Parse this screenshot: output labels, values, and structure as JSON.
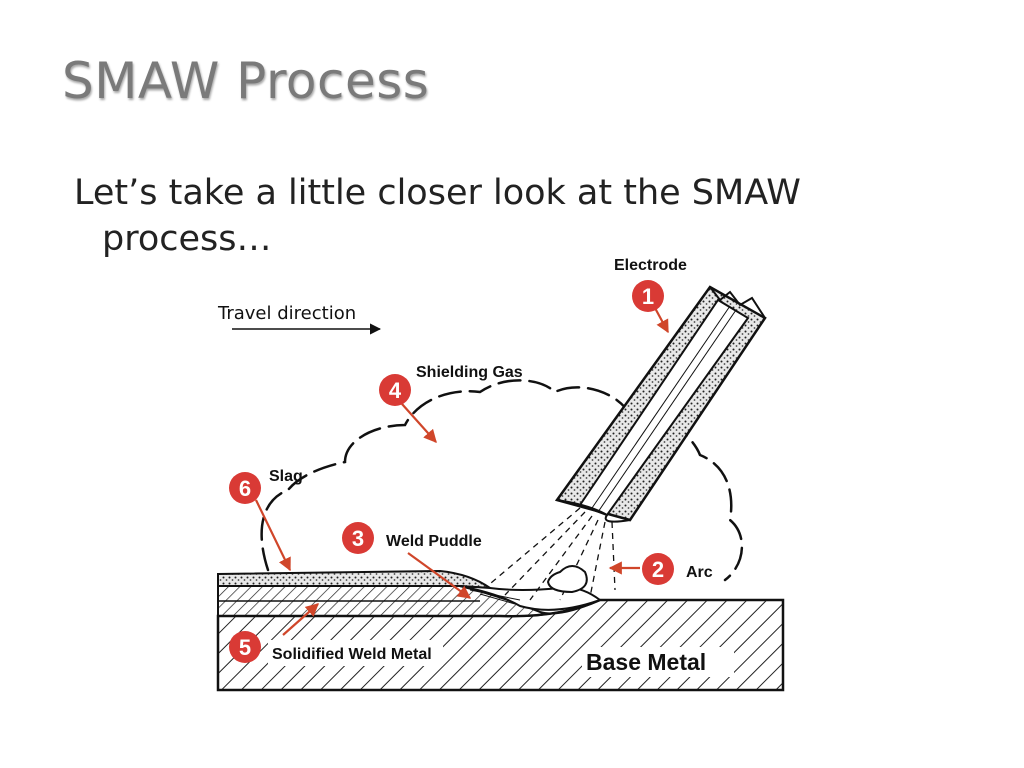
{
  "slide": {
    "title": "SMAW Process",
    "bullet": "Let’s take a little closer look at the SMAW process…"
  },
  "diagram": {
    "travel_direction": "Travel direction",
    "base_metal": "Base Metal",
    "labels": [
      {
        "num": "1",
        "text": "Electrode"
      },
      {
        "num": "2",
        "text": "Arc"
      },
      {
        "num": "3",
        "text": "Weld Puddle"
      },
      {
        "num": "4",
        "text": "Shielding Gas"
      },
      {
        "num": "5",
        "text": "Solidified Weld Metal"
      },
      {
        "num": "6",
        "text": "Slag"
      }
    ]
  },
  "colors": {
    "badge": "#d93a35",
    "arrow": "#d0462a",
    "title": "#7a7a7a"
  }
}
